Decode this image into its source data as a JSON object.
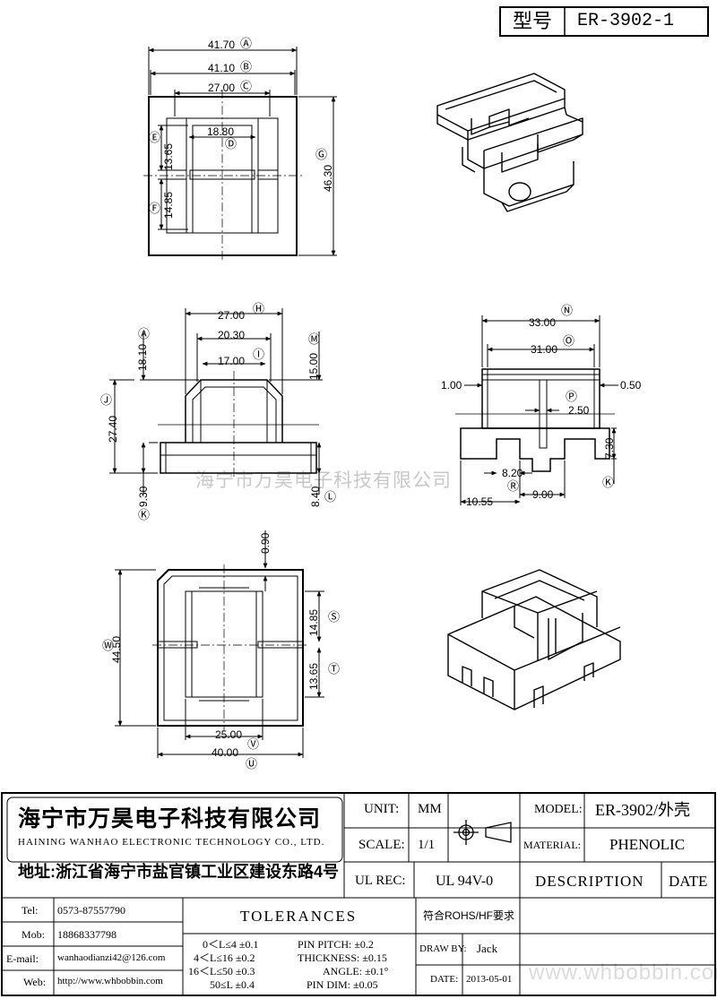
{
  "model_box": {
    "label": "型号",
    "value": "ER-3902-1"
  },
  "dimensions": {
    "top_view": {
      "a": "41.70",
      "a_tag": "Ⓐ",
      "b": "41.10",
      "b_tag": "Ⓑ",
      "c": "27.00",
      "c_tag": "Ⓒ",
      "d": "18.80",
      "d_tag": "Ⓓ",
      "e": "13.65",
      "e_tag": "Ⓔ",
      "f": "14.85",
      "f_tag": "Ⓕ",
      "g": "46.30",
      "g_tag": "Ⓖ"
    },
    "front_view": {
      "h": "27.00",
      "h_tag": "Ⓗ",
      "w1": "20.30",
      "i": "17.00",
      "i_tag": "Ⓘ",
      "a": "18.10",
      "a_tag": "Ⓐ",
      "m": "15.00",
      "m_tag": "Ⓜ",
      "j": "27.40",
      "j_tag": "Ⓙ",
      "k": "9.30",
      "k_tag": "Ⓚ",
      "l": "8.40",
      "l_tag": "Ⓛ"
    },
    "side_view": {
      "n": "33.00",
      "n_tag": "Ⓝ",
      "o": "31.00",
      "o_tag": "Ⓞ",
      "left_gap": "1.00",
      "right_gap": "0.50",
      "p": "2.50",
      "p_tag": "Ⓟ",
      "k": "7.30",
      "k_tag": "Ⓚ",
      "r": "8.20",
      "r_tag": "Ⓡ",
      "s1": "9.00",
      "s2": "10.55"
    },
    "bottom_view": {
      "top_gap": "0.90",
      "w": "44.50",
      "w_tag": "Ⓦ",
      "s": "14.85",
      "s_tag": "Ⓢ",
      "t": "13.65",
      "t_tag": "Ⓣ",
      "v": "25.00",
      "v_tag": "Ⓥ",
      "u": "40.00",
      "u_tag": "Ⓤ"
    }
  },
  "watermarks": {
    "company": "海宁市万昊电子科技有限公司",
    "site": "www.whbobbin.com"
  },
  "title_block": {
    "company_cn": "海宁市万昊电子科技有限公司",
    "company_en": "HAINING WANHAO ELECTRONIC TECHNOLOGY CO., LTD.",
    "address": "地址:浙江省海宁市盐官镇工业区建设东路4号",
    "unit_label": "UNIT:",
    "unit_value": "MM",
    "scale_label": "SCALE:",
    "scale_value": "1/1",
    "ulrec_label": "UL REC:",
    "ulrec_value": "UL 94V-0",
    "model_label": "MODEL:",
    "model_value": "ER-3902/外壳",
    "material_label": "MATERIAL:",
    "material_value": "PHENOLIC",
    "description_label": "DESCRIPTION",
    "date_label": "DATE",
    "tel_label": "Tel:",
    "tel_value": "0573-87557790",
    "mob_label": "Mob:",
    "mob_value": "18868337798",
    "email_label": "E-mail:",
    "email_value": "wanhaodianzi42@126.com",
    "web_label": "Web:",
    "web_value": "http://www.whbobbin.com",
    "tolerances_label": "TOLERANCES",
    "tol_1": "0＜L≤4 ±0.1",
    "tol_2": "4＜L≤16 ±0.2",
    "tol_3": "16＜L≤50 ±0.3",
    "tol_4": "50≤L ±0.4",
    "pin_pitch": "PIN PITCH: ±0.2",
    "thickness": "THICKNESS: ±0.15",
    "angle": "ANGLE: ±0.1°",
    "pin_dim": "PIN DIM: ±0.05",
    "rohs": "符合ROHS/HF要求",
    "draw_by_label": "DRAW BY:",
    "draw_by_value": "Jack",
    "date_field_label": "DATE:",
    "date_field_value": "2013-05-01"
  }
}
